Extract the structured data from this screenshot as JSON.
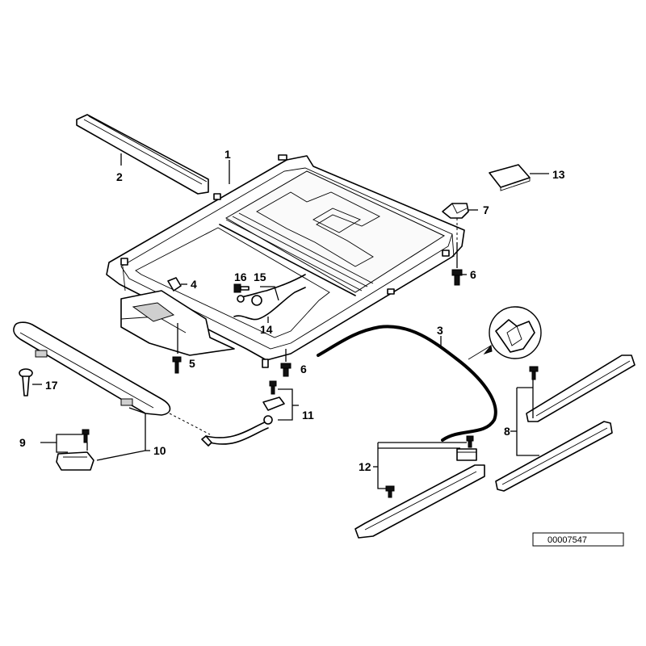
{
  "callouts": {
    "c1": "1",
    "c2": "2",
    "c3": "3",
    "c4": "4",
    "c5": "5",
    "c6a": "6",
    "c6b": "6",
    "c7": "7",
    "c8": "8",
    "c9": "9",
    "c10": "10",
    "c11": "11",
    "c12": "12",
    "c13": "13",
    "c14": "14",
    "c15": "15",
    "c16": "16",
    "c17": "17"
  },
  "reference_number": "00007547"
}
